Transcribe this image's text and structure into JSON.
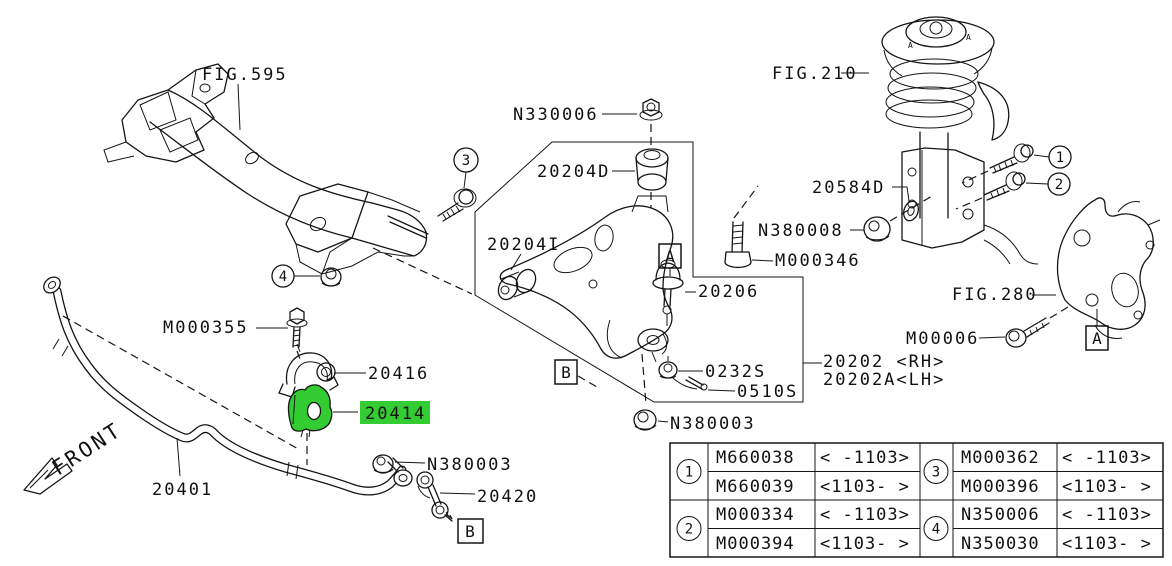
{
  "meta": {
    "description": "Front suspension exploded parts diagram",
    "highlight_color": "#33cc33",
    "highlighted_part": "20414"
  },
  "labels": {
    "fig595": "FIG.595",
    "fig210": "FIG.210",
    "fig280": "FIG.280",
    "n330006": "N330006",
    "part_20204d": "20204D",
    "part_20204i": "20204I",
    "part_20584d": "20584D",
    "n380008": "N380008",
    "m000346": "M000346",
    "part_20206": "20206",
    "m00006": "M00006",
    "part_20202_rh": "20202 <RH>",
    "part_20202a_lh": "20202A<LH>",
    "part_0232s": "0232S",
    "part_0510s": "0510S",
    "n380003_mid": "N380003",
    "m000355": "M000355",
    "part_20416": "20416",
    "part_20414": "20414",
    "part_20401": "20401",
    "n380003_low": "N380003",
    "part_20420": "20420",
    "front_label": "FRONT",
    "ref_a": "A",
    "ref_b": "B",
    "callout_1": "1",
    "callout_2": "2",
    "callout_3": "3",
    "callout_4": "4",
    "strut_mark": "A"
  },
  "table": {
    "groups": [
      {
        "ref": "1",
        "rows": [
          {
            "part": "M660038",
            "range": "< -1103>"
          },
          {
            "part": "M660039",
            "range": "<1103- >"
          }
        ]
      },
      {
        "ref": "2",
        "rows": [
          {
            "part": "M000334",
            "range": "< -1103>"
          },
          {
            "part": "M000394",
            "range": "<1103- >"
          }
        ]
      },
      {
        "ref": "3",
        "rows": [
          {
            "part": "M000362",
            "range": "< -1103>"
          },
          {
            "part": "M000396",
            "range": "<1103- >"
          }
        ]
      },
      {
        "ref": "4",
        "rows": [
          {
            "part": "N350006",
            "range": "< -1103>"
          },
          {
            "part": "N350030",
            "range": "<1103- >"
          }
        ]
      }
    ]
  }
}
